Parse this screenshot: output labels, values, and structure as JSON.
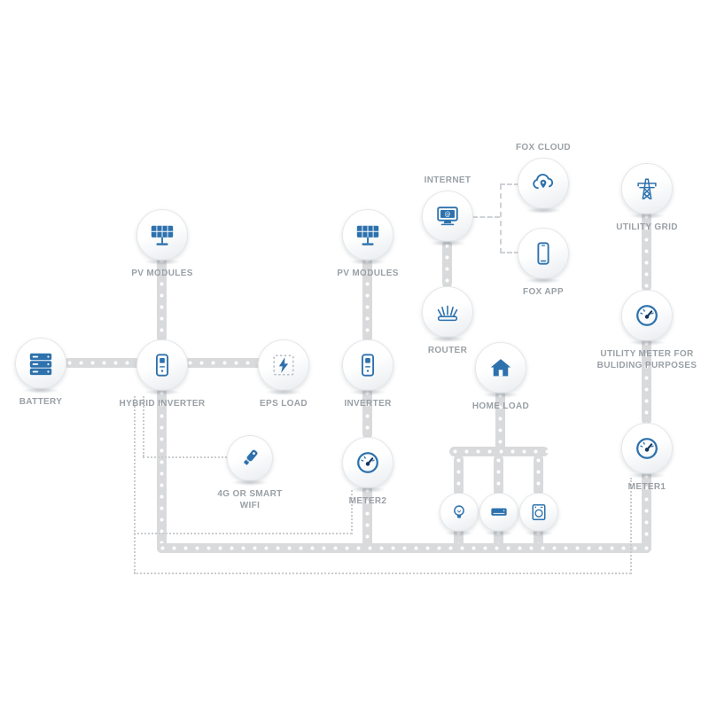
{
  "nodes": {
    "battery": {
      "label": "BATTERY",
      "icon": "battery-icon"
    },
    "pv_modules_left": {
      "label": "PV MODULES",
      "icon": "solar-panel-icon"
    },
    "hybrid_inverter": {
      "label": "HYBRID INVERTER",
      "icon": "inverter-icon"
    },
    "eps_load": {
      "label": "EPS LOAD",
      "icon": "lightning-icon"
    },
    "pv_modules_right": {
      "label": "PV MODULES",
      "icon": "solar-panel-icon"
    },
    "inverter": {
      "label": "INVERTER",
      "icon": "inverter-icon"
    },
    "wifi_dongle": {
      "label": "4G OR SMART\nWIFI",
      "icon": "usb-dongle-icon"
    },
    "meter2": {
      "label": "METER2",
      "icon": "gauge-icon"
    },
    "internet": {
      "label": "INTERNET",
      "icon": "computer-icon"
    },
    "fox_cloud": {
      "label": "FOX CLOUD",
      "icon": "cloud-pin-icon"
    },
    "fox_app": {
      "label": "FOX APP",
      "icon": "smartphone-icon"
    },
    "router": {
      "label": "ROUTER",
      "icon": "router-icon"
    },
    "home_load": {
      "label": "HOME LOAD",
      "icon": "house-icon"
    },
    "utility_grid": {
      "label": "UTILITY GRID",
      "icon": "transmission-tower-icon"
    },
    "utility_meter": {
      "label": "UTILITY METER FOR\nBULIDING PURPOSES",
      "icon": "gauge-icon"
    },
    "meter1": {
      "label": "METER1",
      "icon": "gauge-icon"
    },
    "load_light": {
      "icon": "bulb-icon"
    },
    "load_ac": {
      "icon": "air-conditioner-icon"
    },
    "load_washer": {
      "icon": "washing-machine-icon"
    }
  },
  "colors": {
    "icon_blue": "#2d71ad",
    "icon_navy": "#14365c",
    "connector_gray": "#d9dadc",
    "dotted_gray": "#c9ccce",
    "label_gray": "#9aa0a5"
  }
}
